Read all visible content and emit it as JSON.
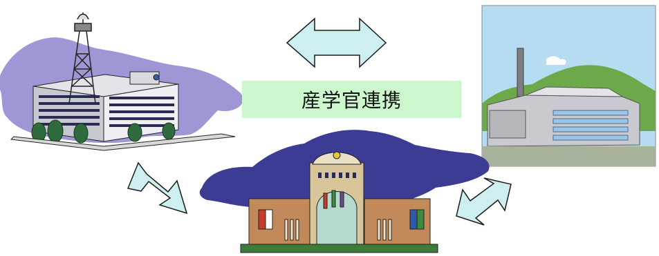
{
  "center_label": "産学官連携",
  "colors": {
    "label_background": "#ccf7cc",
    "arrow_fill": "#cdeff0",
    "arrow_stroke": "#1a1a1a",
    "cloud_purple": "#9d97d6",
    "cloud_dark_blue": "#3c3c95",
    "sky_blue": "#b6dcf2",
    "mountain_green": "#6ca94b",
    "factory_gray": "#c9c9cf"
  },
  "illustrations": [
    {
      "name": "government-office-building",
      "role": "官"
    },
    {
      "name": "university-building",
      "role": "学"
    },
    {
      "name": "factory-industry",
      "role": "産"
    }
  ],
  "arrows": [
    {
      "name": "arrow-top-horizontal",
      "connects": [
        "government-office-building",
        "factory-industry"
      ]
    },
    {
      "name": "arrow-left-diagonal",
      "connects": [
        "government-office-building",
        "university-building"
      ]
    },
    {
      "name": "arrow-right-diagonal",
      "connects": [
        "university-building",
        "factory-industry"
      ]
    }
  ]
}
